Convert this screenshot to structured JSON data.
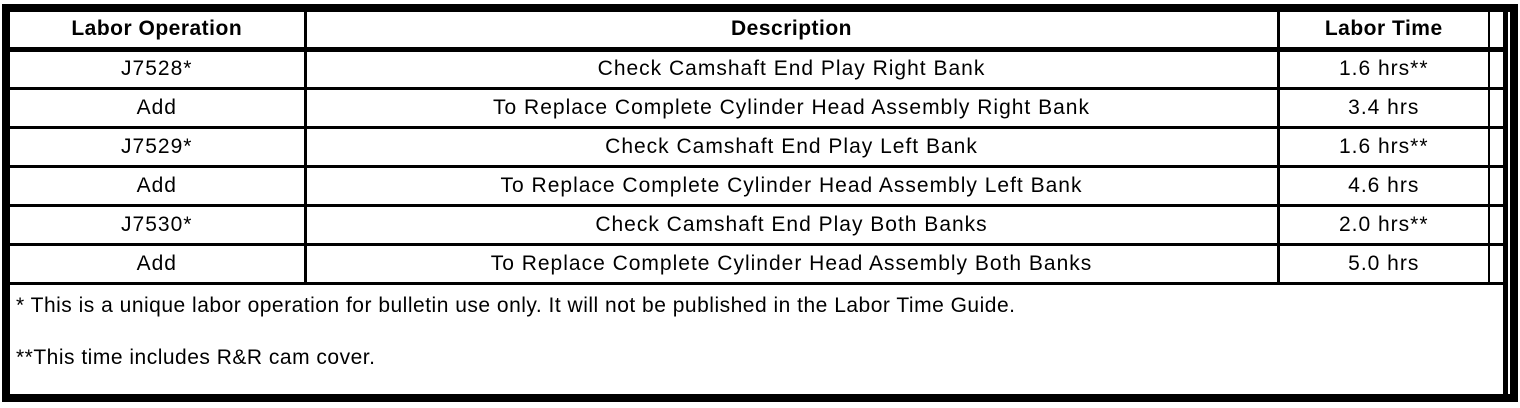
{
  "table": {
    "columns": [
      {
        "label": "Labor Operation"
      },
      {
        "label": "Description"
      },
      {
        "label": "Labor Time"
      }
    ],
    "rows": [
      {
        "operation": "J7528*",
        "description": "Check Camshaft End Play Right Bank",
        "time": "1.6 hrs**"
      },
      {
        "operation": "Add",
        "description": "To Replace Complete Cylinder Head Assembly Right Bank",
        "time": "3.4 hrs"
      },
      {
        "operation": "J7529*",
        "description": "Check Camshaft End Play Left Bank",
        "time": "1.6 hrs**"
      },
      {
        "operation": "Add",
        "description": "To Replace Complete Cylinder Head Assembly Left Bank",
        "time": "4.6 hrs"
      },
      {
        "operation": "J7530*",
        "description": "Check Camshaft End Play Both Banks",
        "time": "2.0 hrs**"
      },
      {
        "operation": "Add",
        "description": "To Replace Complete Cylinder Head Assembly Both Banks",
        "time": "5.0 hrs"
      }
    ],
    "footnotes": [
      "* This is a unique labor operation for bulletin use only. It will not be published in the Labor Time Guide.",
      "**This time includes R&R cam cover."
    ]
  },
  "colors": {
    "border": "#000000",
    "background": "#ffffff",
    "text": "#000000"
  }
}
